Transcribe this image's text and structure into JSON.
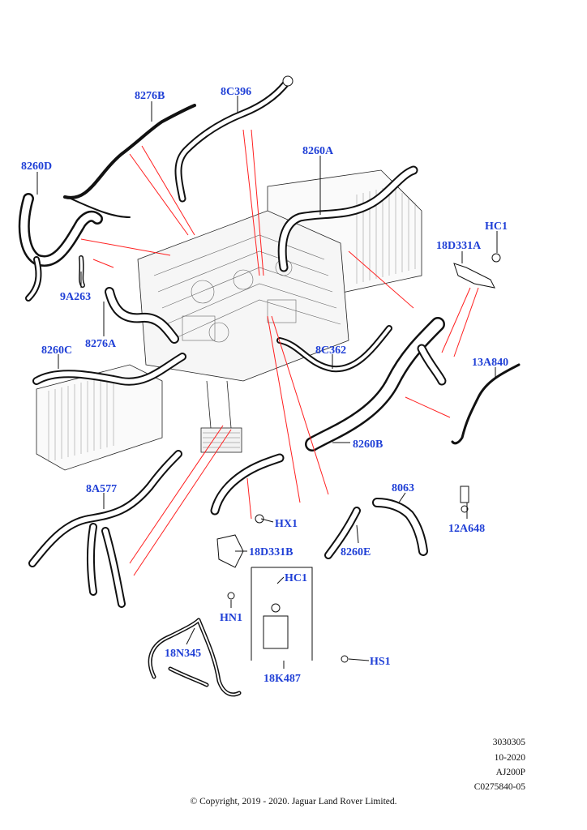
{
  "labels": {
    "p8276B": "8276B",
    "p8C396": "8C396",
    "p8260D": "8260D",
    "p8260A": "8260A",
    "pHC1a": "HC1",
    "p18D331A": "18D331A",
    "p9A263": "9A263",
    "p8276A": "8276A",
    "p8260C": "8260C",
    "p8C362": "8C362",
    "p13A840": "13A840",
    "p8260B": "8260B",
    "p8A577": "8A577",
    "p8063": "8063",
    "pHX1": "HX1",
    "p12A648": "12A648",
    "p18D331B": "18D331B",
    "p8260E": "8260E",
    "pHC1b": "HC1",
    "pHN1": "HN1",
    "p18N345": "18N345",
    "pHS1": "HS1",
    "p18K487": "18K487"
  },
  "meta": {
    "line1": "3030305",
    "line2": "10-2020",
    "line3": "AJ200P",
    "line4": "C0275840-05"
  },
  "copyright": "© Copyright, 2019 - 2020. Jaguar Land Rover Limited.",
  "colors": {
    "label": "#1f3fd6",
    "callout": "#ff2020",
    "line": "#111111"
  }
}
